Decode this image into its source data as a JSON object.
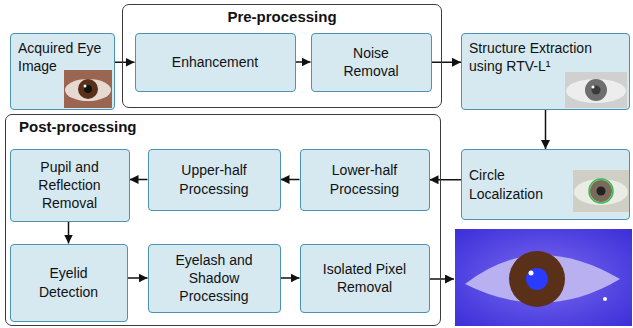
{
  "diagram": {
    "nodes": [
      {
        "text": [
          "Acquired Eye Image"
        ]
      },
      {
        "text": [
          "Pre-processing"
        ]
      },
      {
        "text": [
          "Enhancement"
        ],
        "in": 1
      },
      {
        "text": [
          "Noise Removal"
        ],
        "in": 1
      },
      {
        "text": [
          "Structure Extraction using RTV-L¹"
        ]
      },
      {
        "text": [
          "Post-processing"
        ]
      },
      {
        "text": [
          "Pupil and Reflection Removal"
        ],
        "in": 5
      },
      {
        "text": [
          "Upper-half Processing"
        ],
        "in": 5
      },
      {
        "text": [
          "Lower-half Processing"
        ],
        "in": 5
      },
      {
        "text": [
          "Eyelid Detection"
        ],
        "in": 5
      },
      {
        "text": [
          "Eyelash and Shadow Processing"
        ],
        "in": 5
      },
      {
        "text": [
          "Isolated Pixel Removal"
        ],
        "in": 5
      },
      {
        "text": [
          "Circle Localization"
        ]
      }
    ],
    "edges": [
      {
        "from": 0,
        "to": 2,
        "arrow": "to"
      },
      {
        "from": 2,
        "to": 3,
        "arrow": "to"
      },
      {
        "from": 3,
        "to": 4,
        "arrow": "to"
      },
      {
        "from": 4,
        "to": 12,
        "arrow": "to"
      },
      {
        "from": 12,
        "to": 8,
        "arrow": "to"
      },
      {
        "from": 8,
        "to": 7,
        "arrow": "to"
      },
      {
        "from": 7,
        "to": 6,
        "arrow": "to"
      },
      {
        "from": 6,
        "to": 9,
        "arrow": "to"
      },
      {
        "from": 9,
        "to": 10,
        "arrow": "to"
      },
      {
        "from": 10,
        "to": 11,
        "arrow": "to"
      }
    ]
  }
}
